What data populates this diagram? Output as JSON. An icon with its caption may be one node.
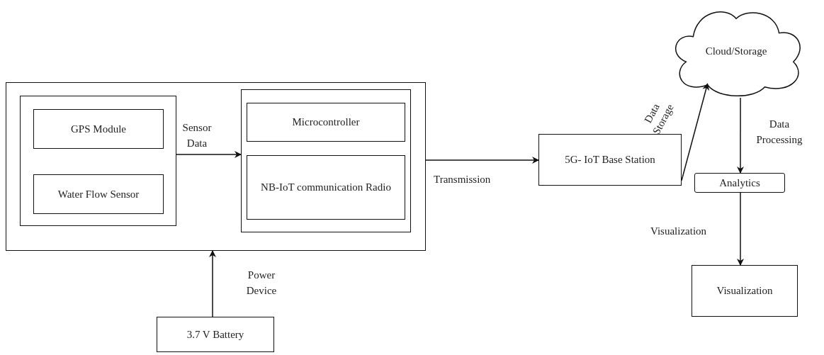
{
  "diagram": {
    "nodes": [
      {
        "text": [],
        "shape": "box"
      },
      {
        "text": [],
        "in": 0,
        "shape": "box"
      },
      {
        "text": [
          "GPS Module"
        ],
        "in": 1
      },
      {
        "text": [
          "Water Flow Sensor"
        ],
        "in": 1
      },
      {
        "text": [],
        "in": 0,
        "shape": "box"
      },
      {
        "text": [
          "Microcontroller"
        ],
        "in": 4
      },
      {
        "text": [
          "NB-IoT communication Radio"
        ],
        "in": 4
      },
      {
        "text": [
          "5G- IoT Base  Station"
        ]
      },
      {
        "text": [
          "Cloud/Storage"
        ]
      },
      {
        "text": [
          "Analytics"
        ]
      },
      {
        "text": [
          "Visualization"
        ]
      },
      {
        "text": [
          "3.7 V Battery"
        ]
      }
    ],
    "edges": [
      {
        "from": 1,
        "to": 4,
        "arrow": "to",
        "label": "Sensor Data"
      },
      {
        "from": 0,
        "to": 7,
        "arrow": "to",
        "label": "Transmission"
      },
      {
        "from": 7,
        "to": 8,
        "arrow": "to",
        "label": "Data Storage"
      },
      {
        "from": 8,
        "to": 9,
        "arrow": "to",
        "label": "Data Processing"
      },
      {
        "from": 9,
        "to": 10,
        "arrow": "to",
        "label": "Visualization"
      },
      {
        "from": 11,
        "to": 0,
        "arrow": "to",
        "label": "Power Device"
      }
    ]
  }
}
